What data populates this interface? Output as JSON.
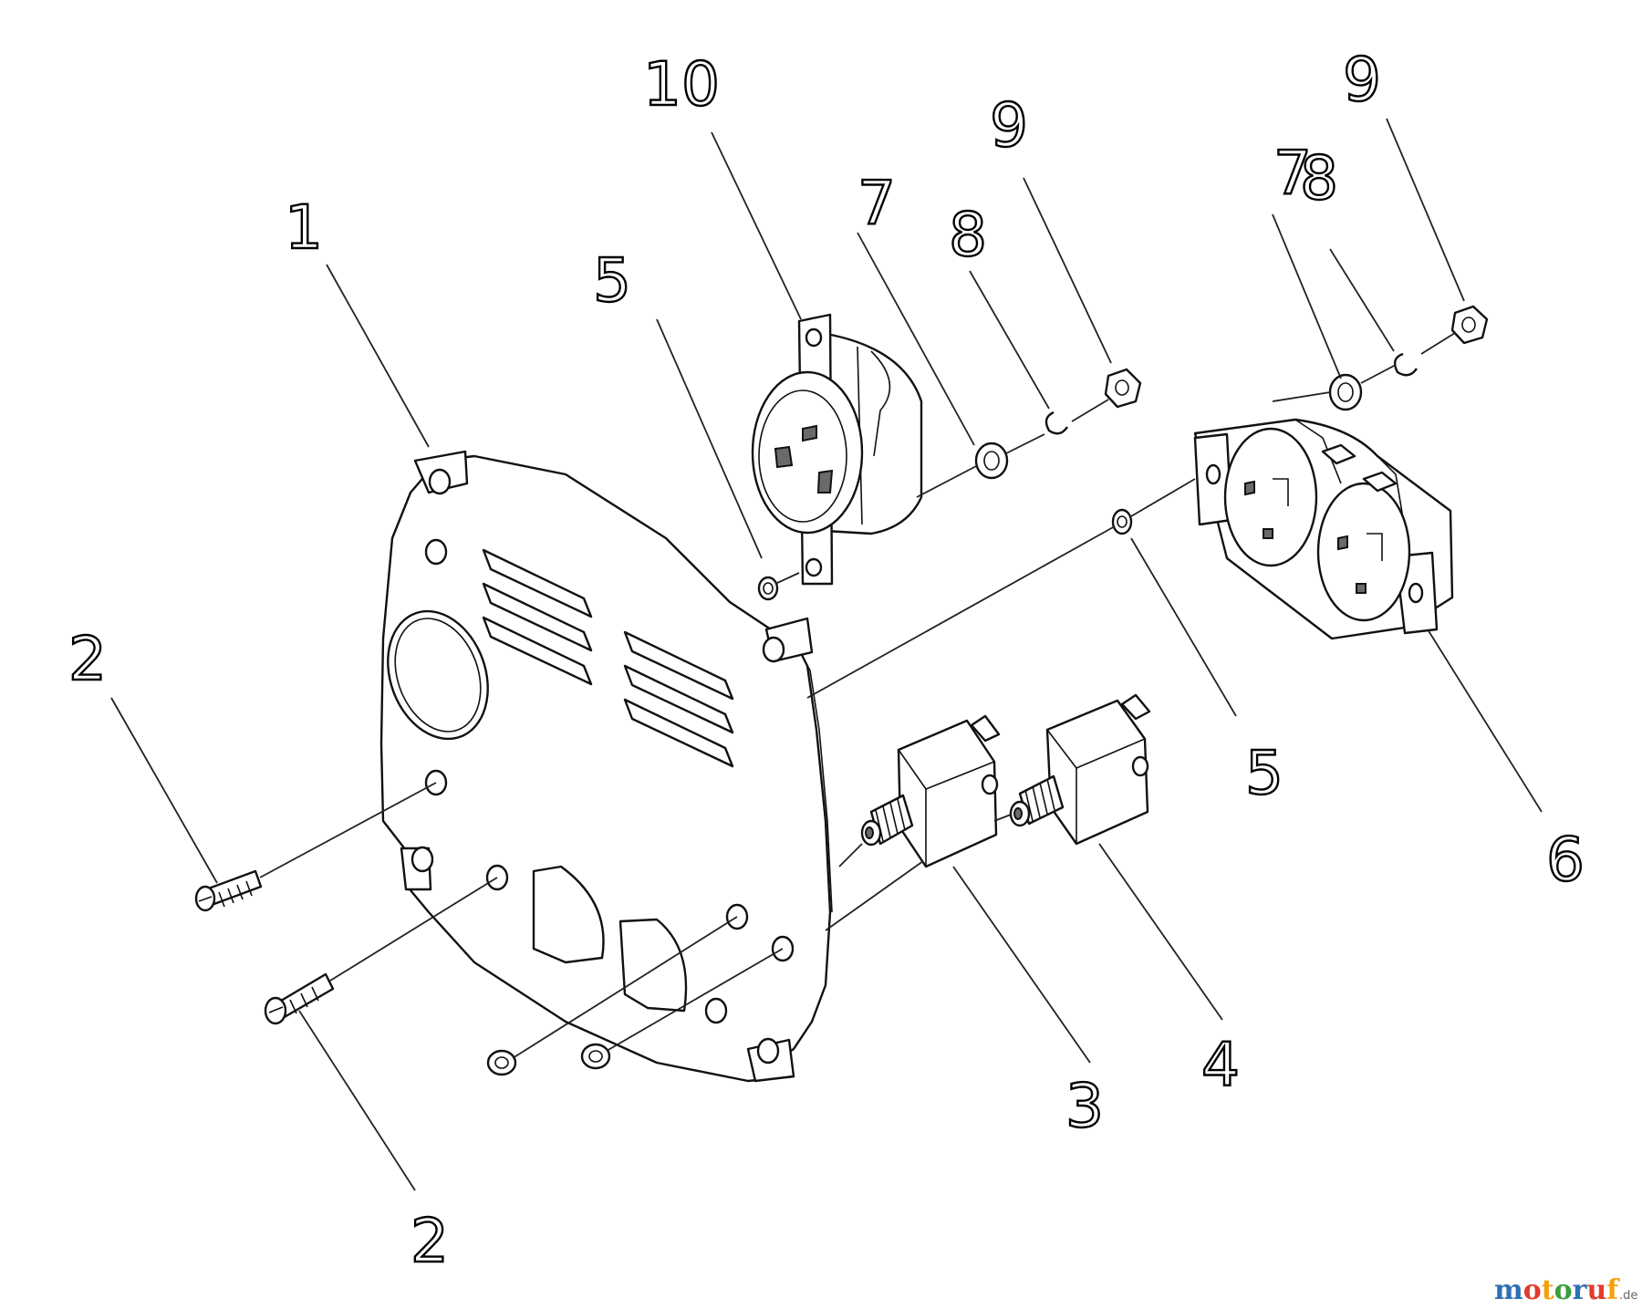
{
  "callouts": {
    "c1": "1",
    "c2a": "2",
    "c2b": "2",
    "c3": "3",
    "c4": "4",
    "c5a": "5",
    "c5b": "5",
    "c6": "6",
    "c7a": "7",
    "c7b": "7",
    "c8a": "8",
    "c8b": "8",
    "c9a": "9",
    "c9b": "9",
    "c10": "10"
  },
  "watermark": {
    "m": "m",
    "o1": "o",
    "t": "t",
    "o2": "o",
    "r": "r",
    "u": "u",
    "f": "f",
    "tld": ".de"
  },
  "colors": {
    "line": "#111111",
    "background": "#ffffff",
    "watermark_m": "#2e6fb5",
    "watermark_o1": "#e23b2e",
    "watermark_t": "#f2a20d",
    "watermark_o2": "#3a9d3f",
    "watermark_r": "#2e6fb5",
    "watermark_u": "#e23b2e",
    "watermark_f": "#f2a20d"
  }
}
